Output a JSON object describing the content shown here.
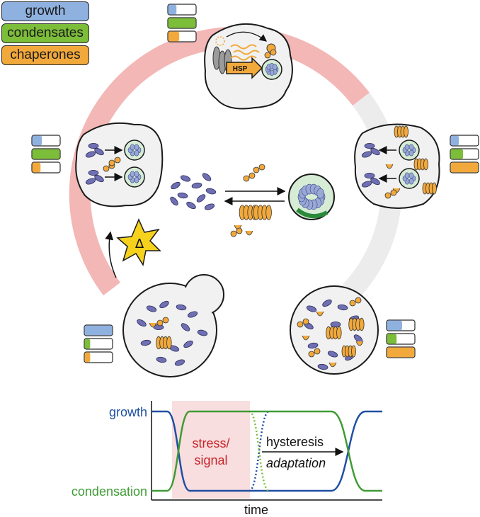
{
  "legend": {
    "growth": "growth",
    "condensates": "condensates",
    "chaperones": "chaperones"
  },
  "colors": {
    "growth": "#8fb1df",
    "condensates": "#7cbd3a",
    "chaperones": "#f2a93b",
    "ring_stress": "#f3b7b6",
    "ring_recovery": "#e8e8e8",
    "molecule": "#6f6fb3",
    "axis_growth": "#1f4fa3",
    "axis_condensation": "#3f9b35",
    "stress_text": "#c6242b"
  },
  "hsp_label": "HSP",
  "delta_label": "Δ",
  "indicator_levels": {
    "top": {
      "growth": 0.3,
      "condensates": 1.0,
      "chaperones": 0.4
    },
    "left": {
      "growth": 0.35,
      "condensates": 1.0,
      "chaperones": 0.3
    },
    "right": {
      "growth": 0.3,
      "condensates": 0.45,
      "chaperones": 1.0
    },
    "bottom_left": {
      "growth": 1.0,
      "condensates": 0.2,
      "chaperones": 0.2
    },
    "bottom_right": {
      "growth": 0.55,
      "condensates": 0.35,
      "chaperones": 1.0
    }
  },
  "plot": {
    "y_top_label": "growth",
    "y_bottom_label": "condensation",
    "x_label": "time",
    "stress_label_line1": "stress/",
    "stress_label_line2": "signal",
    "hysteresis_label": "hysteresis",
    "adaptation_label": "adaptation"
  }
}
